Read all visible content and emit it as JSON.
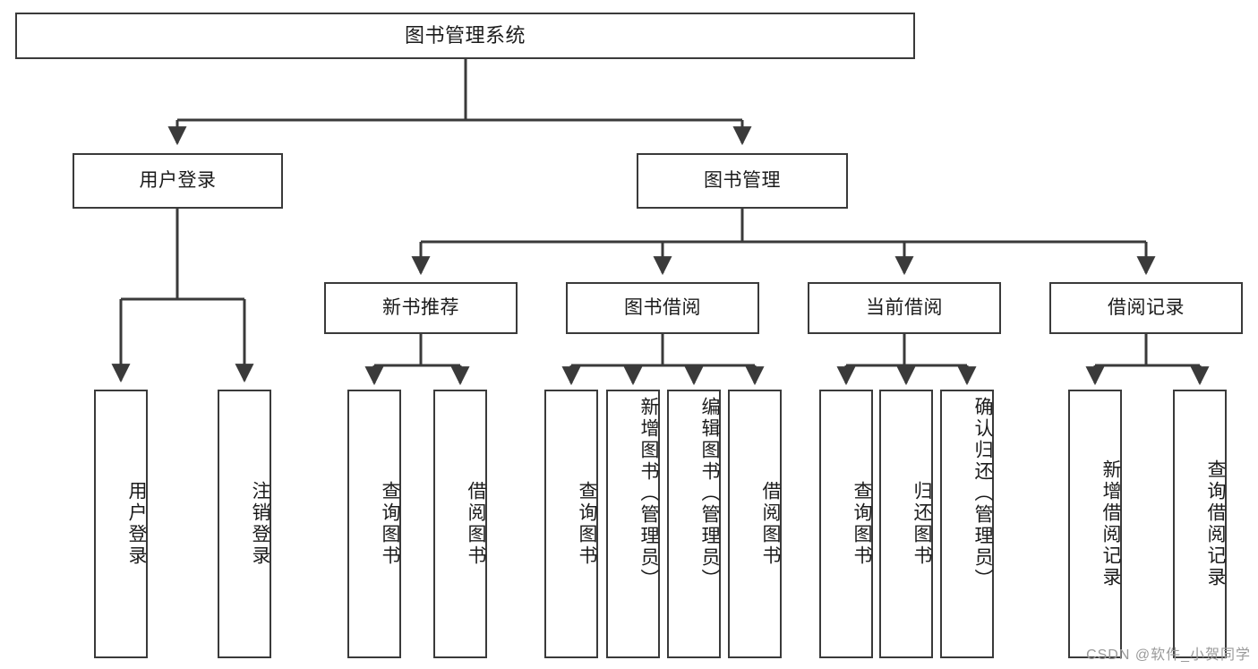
{
  "diagram": {
    "title": "图书管理系统",
    "watermark": "CSDN @软件_小贺同学",
    "accent_color": "#3a3a3a",
    "background_color": "#ffffff",
    "text_color": "#1b1b1b",
    "watermark_color": "#9a9a9a",
    "root": {
      "label": "图书管理系统"
    },
    "level2": [
      {
        "label": "用户登录"
      },
      {
        "label": "图书管理"
      }
    ],
    "level3": [
      {
        "label": "新书推荐"
      },
      {
        "label": "图书借阅"
      },
      {
        "label": "当前借阅"
      },
      {
        "label": "借阅记录"
      }
    ],
    "leaves": {
      "user_login": [
        {
          "label": "用户登录"
        },
        {
          "label": "注销登录"
        }
      ],
      "new_book_recommend": [
        {
          "label": "查询图书"
        },
        {
          "label": "借阅图书"
        }
      ],
      "book_borrow": [
        {
          "label": "查询图书"
        },
        {
          "label": "新增图书（管理员）"
        },
        {
          "label": "编辑图书（管理员）"
        },
        {
          "label": "借阅图书"
        }
      ],
      "current_borrow": [
        {
          "label": "查询图书"
        },
        {
          "label": "归还图书"
        },
        {
          "label": "确认归还（管理员）"
        }
      ],
      "borrow_record": [
        {
          "label": "新增借阅记录"
        },
        {
          "label": "查询借阅记录"
        }
      ]
    }
  }
}
